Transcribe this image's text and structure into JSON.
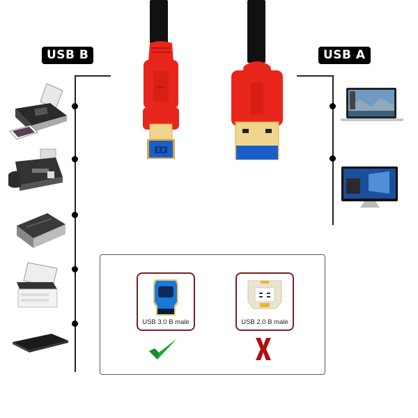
{
  "labels": {
    "left": "USB B",
    "right": "USB A"
  },
  "left_devices": [
    {
      "name": "inkjet photo printer",
      "icon": "printer-icon"
    },
    {
      "name": "fax machine",
      "icon": "fax-icon"
    },
    {
      "name": "flatbed scanner",
      "icon": "scanner-icon"
    },
    {
      "name": "multifunction laser printer",
      "icon": "mfp-icon"
    },
    {
      "name": "external optical drive",
      "icon": "optical-drive-icon"
    }
  ],
  "right_devices": [
    {
      "name": "laptop",
      "icon": "laptop-icon"
    },
    {
      "name": "all-in-one desktop",
      "icon": "monitor-icon"
    }
  ],
  "comparison": {
    "correct": {
      "label": "USB 3.0 B male",
      "mark": "check-mark",
      "mark_color": "#1fa83a"
    },
    "incorrect": {
      "label": "USB 2.0 B male",
      "mark": "X",
      "mark_color": "#b01010"
    }
  },
  "colors": {
    "plug_red": "#e8261c",
    "cable_black": "#111111",
    "usb3_blue": "#1a5fc8",
    "gold": "#e9c86a",
    "card_border": "#7a2020"
  }
}
